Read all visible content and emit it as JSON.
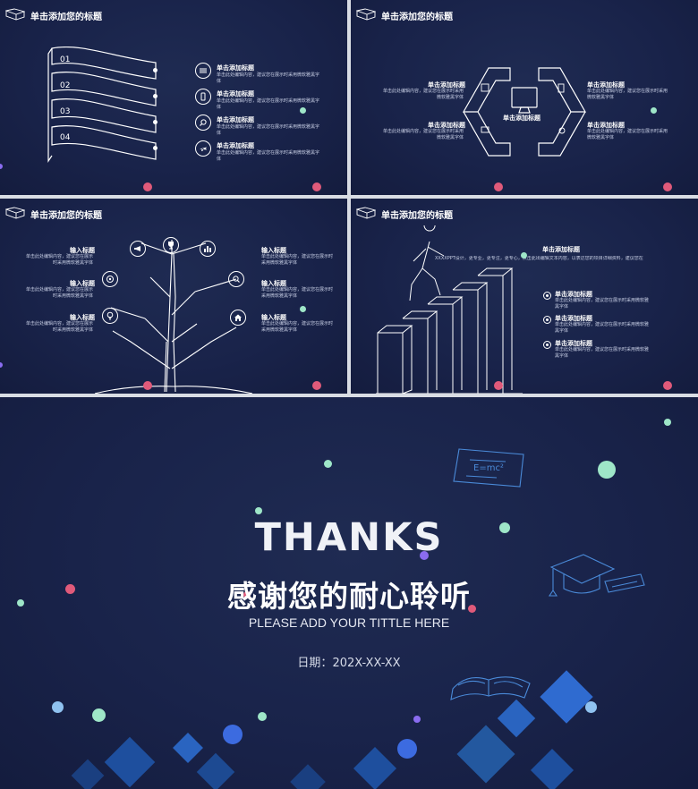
{
  "slides": [
    {
      "title": "单击添加您的标题",
      "numbers": [
        "01",
        "02",
        "03",
        "04"
      ],
      "items": [
        {
          "icon": "layers-icon",
          "title": "单击添加标题",
          "desc": "单击此处编辑内容，建议您在展示时采用微软雅黑字体"
        },
        {
          "icon": "phone-icon",
          "title": "单击添加标题",
          "desc": "单击此处编辑内容，建议您在展示时采用微软雅黑字体"
        },
        {
          "icon": "search-icon",
          "title": "单击添加标题",
          "desc": "单击此处编辑内容，建议您在展示时采用微软雅黑字体"
        },
        {
          "icon": "plane-icon",
          "title": "单击添加标题",
          "desc": "单击此处编辑内容，建议您在展示时采用微软雅黑字体"
        }
      ]
    },
    {
      "title": "单击添加您的标题",
      "center_label": "单击添加标题",
      "left_items": [
        {
          "title": "单击添加标题",
          "desc": "单击此处编辑内容，建议您在展示时采用微软雅黑字体"
        },
        {
          "title": "单击添加标题",
          "desc": "单击此处编辑内容，建议您在展示时采用微软雅黑字体"
        }
      ],
      "right_items": [
        {
          "title": "单击添加标题",
          "desc": "单击此处编辑内容，建议您在展示时采用微软雅黑字体"
        },
        {
          "title": "单击添加标题",
          "desc": "单击此处编辑内容，建议您在展示时采用微软雅黑字体"
        }
      ]
    },
    {
      "title": "单击添加您的标题",
      "left_items": [
        {
          "title": "输入标题",
          "desc": "单击此处编辑内容，建议您在展示时采用微软雅黑字体"
        },
        {
          "title": "输入标题",
          "desc": "单击此处编辑内容，建议您在展示时采用微软雅黑字体"
        },
        {
          "title": "输入标题",
          "desc": "单击此处编辑内容，建议您在展示时采用微软雅黑字体"
        }
      ],
      "right_items": [
        {
          "title": "输入标题",
          "desc": "单击此处编辑内容，建议您在展示时采用微软雅黑字体"
        },
        {
          "title": "输入标题",
          "desc": "单击此处编辑内容，建议您在展示时采用微软雅黑字体"
        },
        {
          "title": "输入标题",
          "desc": "单击此处编辑内容，建议您在展示时采用微软雅黑字体"
        }
      ]
    },
    {
      "title": "单击添加您的标题",
      "heading": "单击添加标题",
      "intro": "XXXXPPT设计，更专业，更专注，更专心，点击此出编辑文本内容，以表达您的项目详细资料，建议您在",
      "items": [
        {
          "title": "单击添加标题",
          "desc": "单击此处编辑内容，建议您在展示时采用微软雅黑字体"
        },
        {
          "title": "单击添加标题",
          "desc": "单击此处编辑内容，建议您在展示时采用微软雅黑字体"
        },
        {
          "title": "单击添加标题",
          "desc": "单击此处编辑内容，建议您在展示时采用微软雅黑字体"
        }
      ]
    }
  ],
  "thanks_slide": {
    "heading": "THANKS",
    "subheading": "感谢您的耐心聆听",
    "tagline": "PLEASE ADD YOUR TITTLE HERE",
    "date_label": "日期：",
    "date_value": "202X-XX-XX",
    "formula": "E=mc²"
  },
  "colors": {
    "background": "#19234a",
    "separator": "#d9dde4",
    "dot_pink": "#e05a7a",
    "dot_green": "#9ee6c8",
    "dot_purple": "#8a6cf0",
    "sketch_blue": "#4a8ad8"
  }
}
